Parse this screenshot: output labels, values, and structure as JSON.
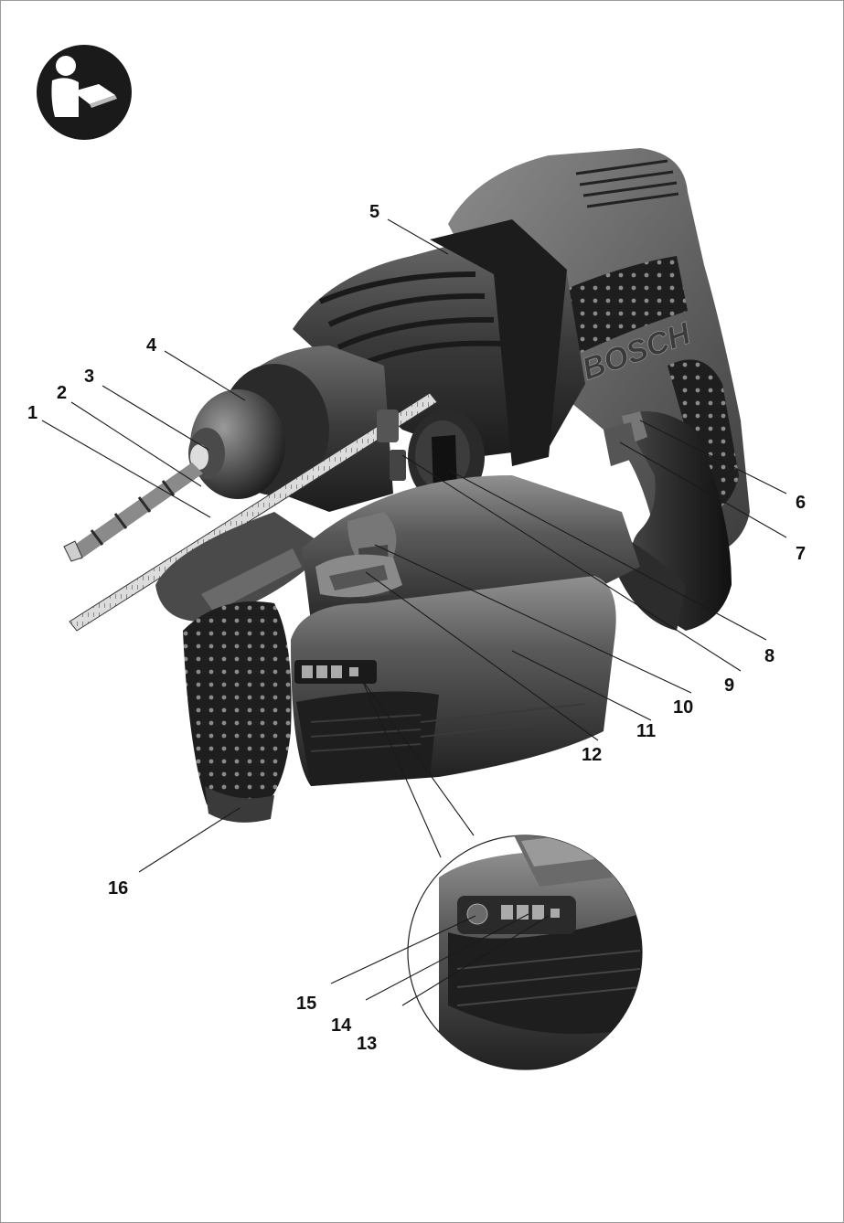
{
  "icons": {
    "manual": "read-manual-icon"
  },
  "brand_text": "BOSCH",
  "callouts": [
    "1",
    "2",
    "3",
    "4",
    "5",
    "6",
    "7",
    "8",
    "9",
    "10",
    "11",
    "12",
    "13",
    "14",
    "15",
    "16"
  ],
  "colors": {
    "body_dark": "#2a2a2a",
    "body_mid": "#555555",
    "highlight": "#8a8a8a",
    "background": "#ffffff"
  }
}
